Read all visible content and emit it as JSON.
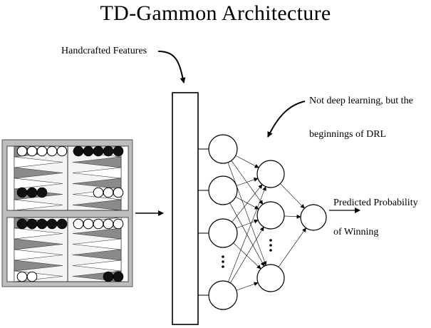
{
  "title": "TD-Gammon Architecture",
  "labels": {
    "handcrafted": "Handcrafted Features",
    "not_deep_line1": "Not deep learning, but the",
    "not_deep_line2": "beginnings of DRL",
    "predicted_line1": "Predicted Probability",
    "predicted_line2": "of Winning"
  },
  "colors": {
    "board_frame": "#bdbdbd",
    "triangle_dark": "#8a8a8a",
    "checker_black": "#111111",
    "checker_white": "#ffffff"
  }
}
